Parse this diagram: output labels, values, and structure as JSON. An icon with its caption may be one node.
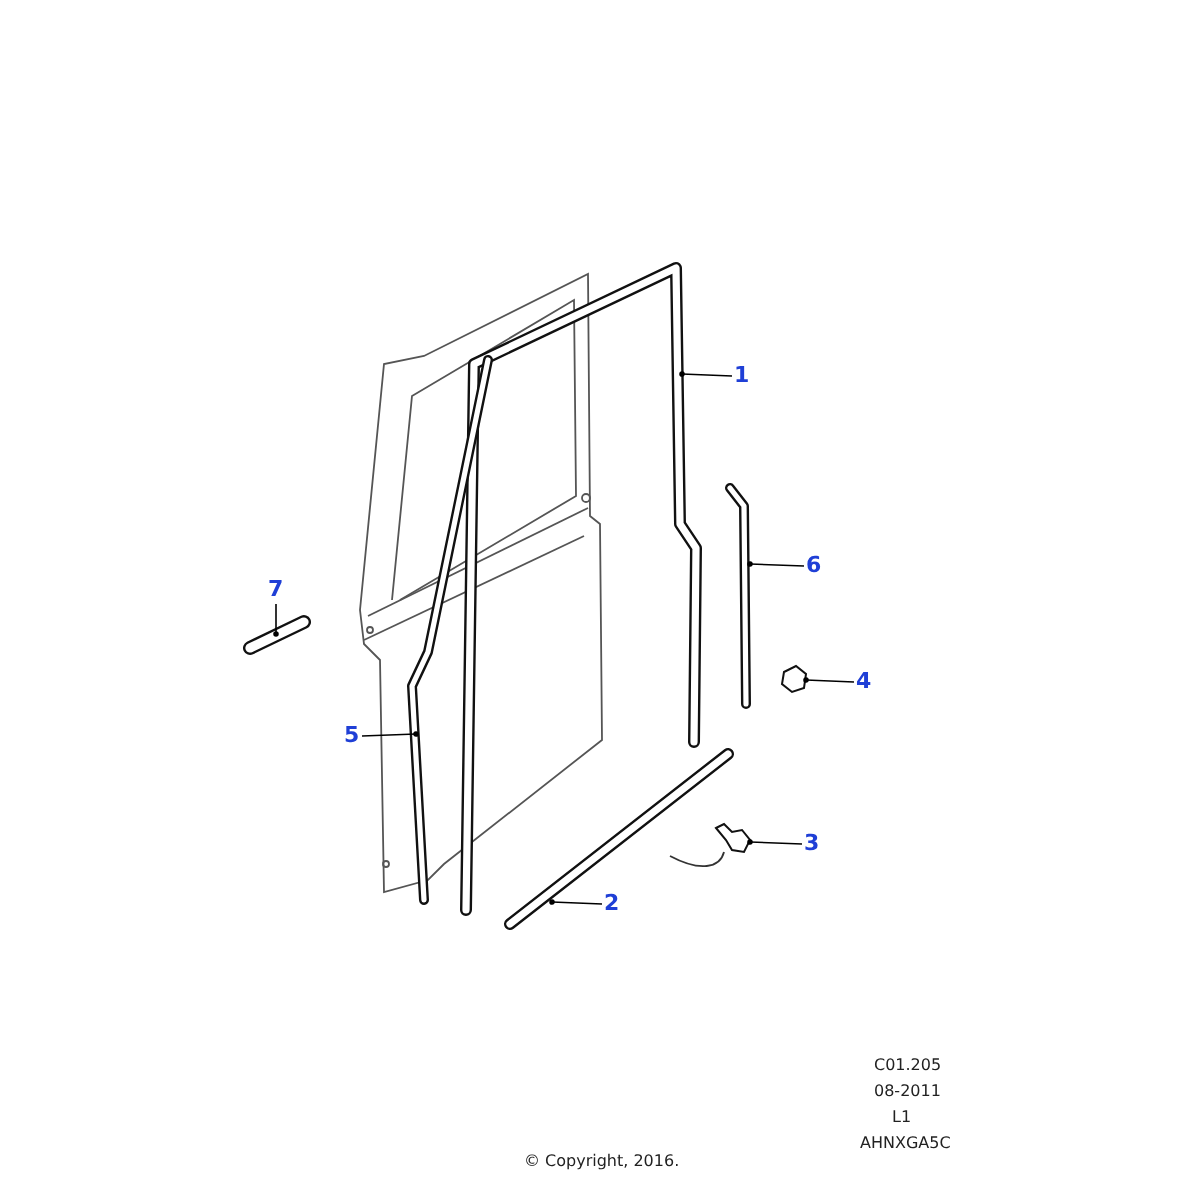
{
  "diagram": {
    "nodes": [
      {
        "text": [
          "1"
        ]
      },
      {
        "text": [
          "6"
        ]
      },
      {
        "text": [
          "7"
        ]
      },
      {
        "text": [
          "4"
        ]
      },
      {
        "text": [
          "5"
        ]
      },
      {
        "text": [
          "3"
        ]
      },
      {
        "text": [
          "2"
        ]
      },
      {
        "text": [],
        "shape": "picture"
      },
      {
        "text": [],
        "shape": "picture"
      },
      {
        "text": [],
        "shape": "picture"
      },
      {
        "text": [],
        "shape": "picture"
      },
      {
        "text": [],
        "shape": "picture"
      },
      {
        "text": [],
        "shape": "picture"
      },
      {
        "text": [],
        "shape": "picture"
      }
    ],
    "edges": [
      {
        "from": 0,
        "to": 7,
        "arrow": "other"
      },
      {
        "from": 1,
        "to": 8,
        "arrow": "other"
      },
      {
        "from": 2,
        "to": 9,
        "arrow": "other"
      },
      {
        "from": 3,
        "to": 10,
        "arrow": "other"
      },
      {
        "from": 4,
        "to": 11,
        "arrow": "other"
      },
      {
        "from": 5,
        "to": 12,
        "arrow": "other"
      },
      {
        "from": 6,
        "to": 13,
        "arrow": "other"
      }
    ],
    "labels": [
      "C01.205",
      "08-2011",
      "L1",
      "AHNXGA5C",
      "© Copyright, 2016."
    ]
  }
}
